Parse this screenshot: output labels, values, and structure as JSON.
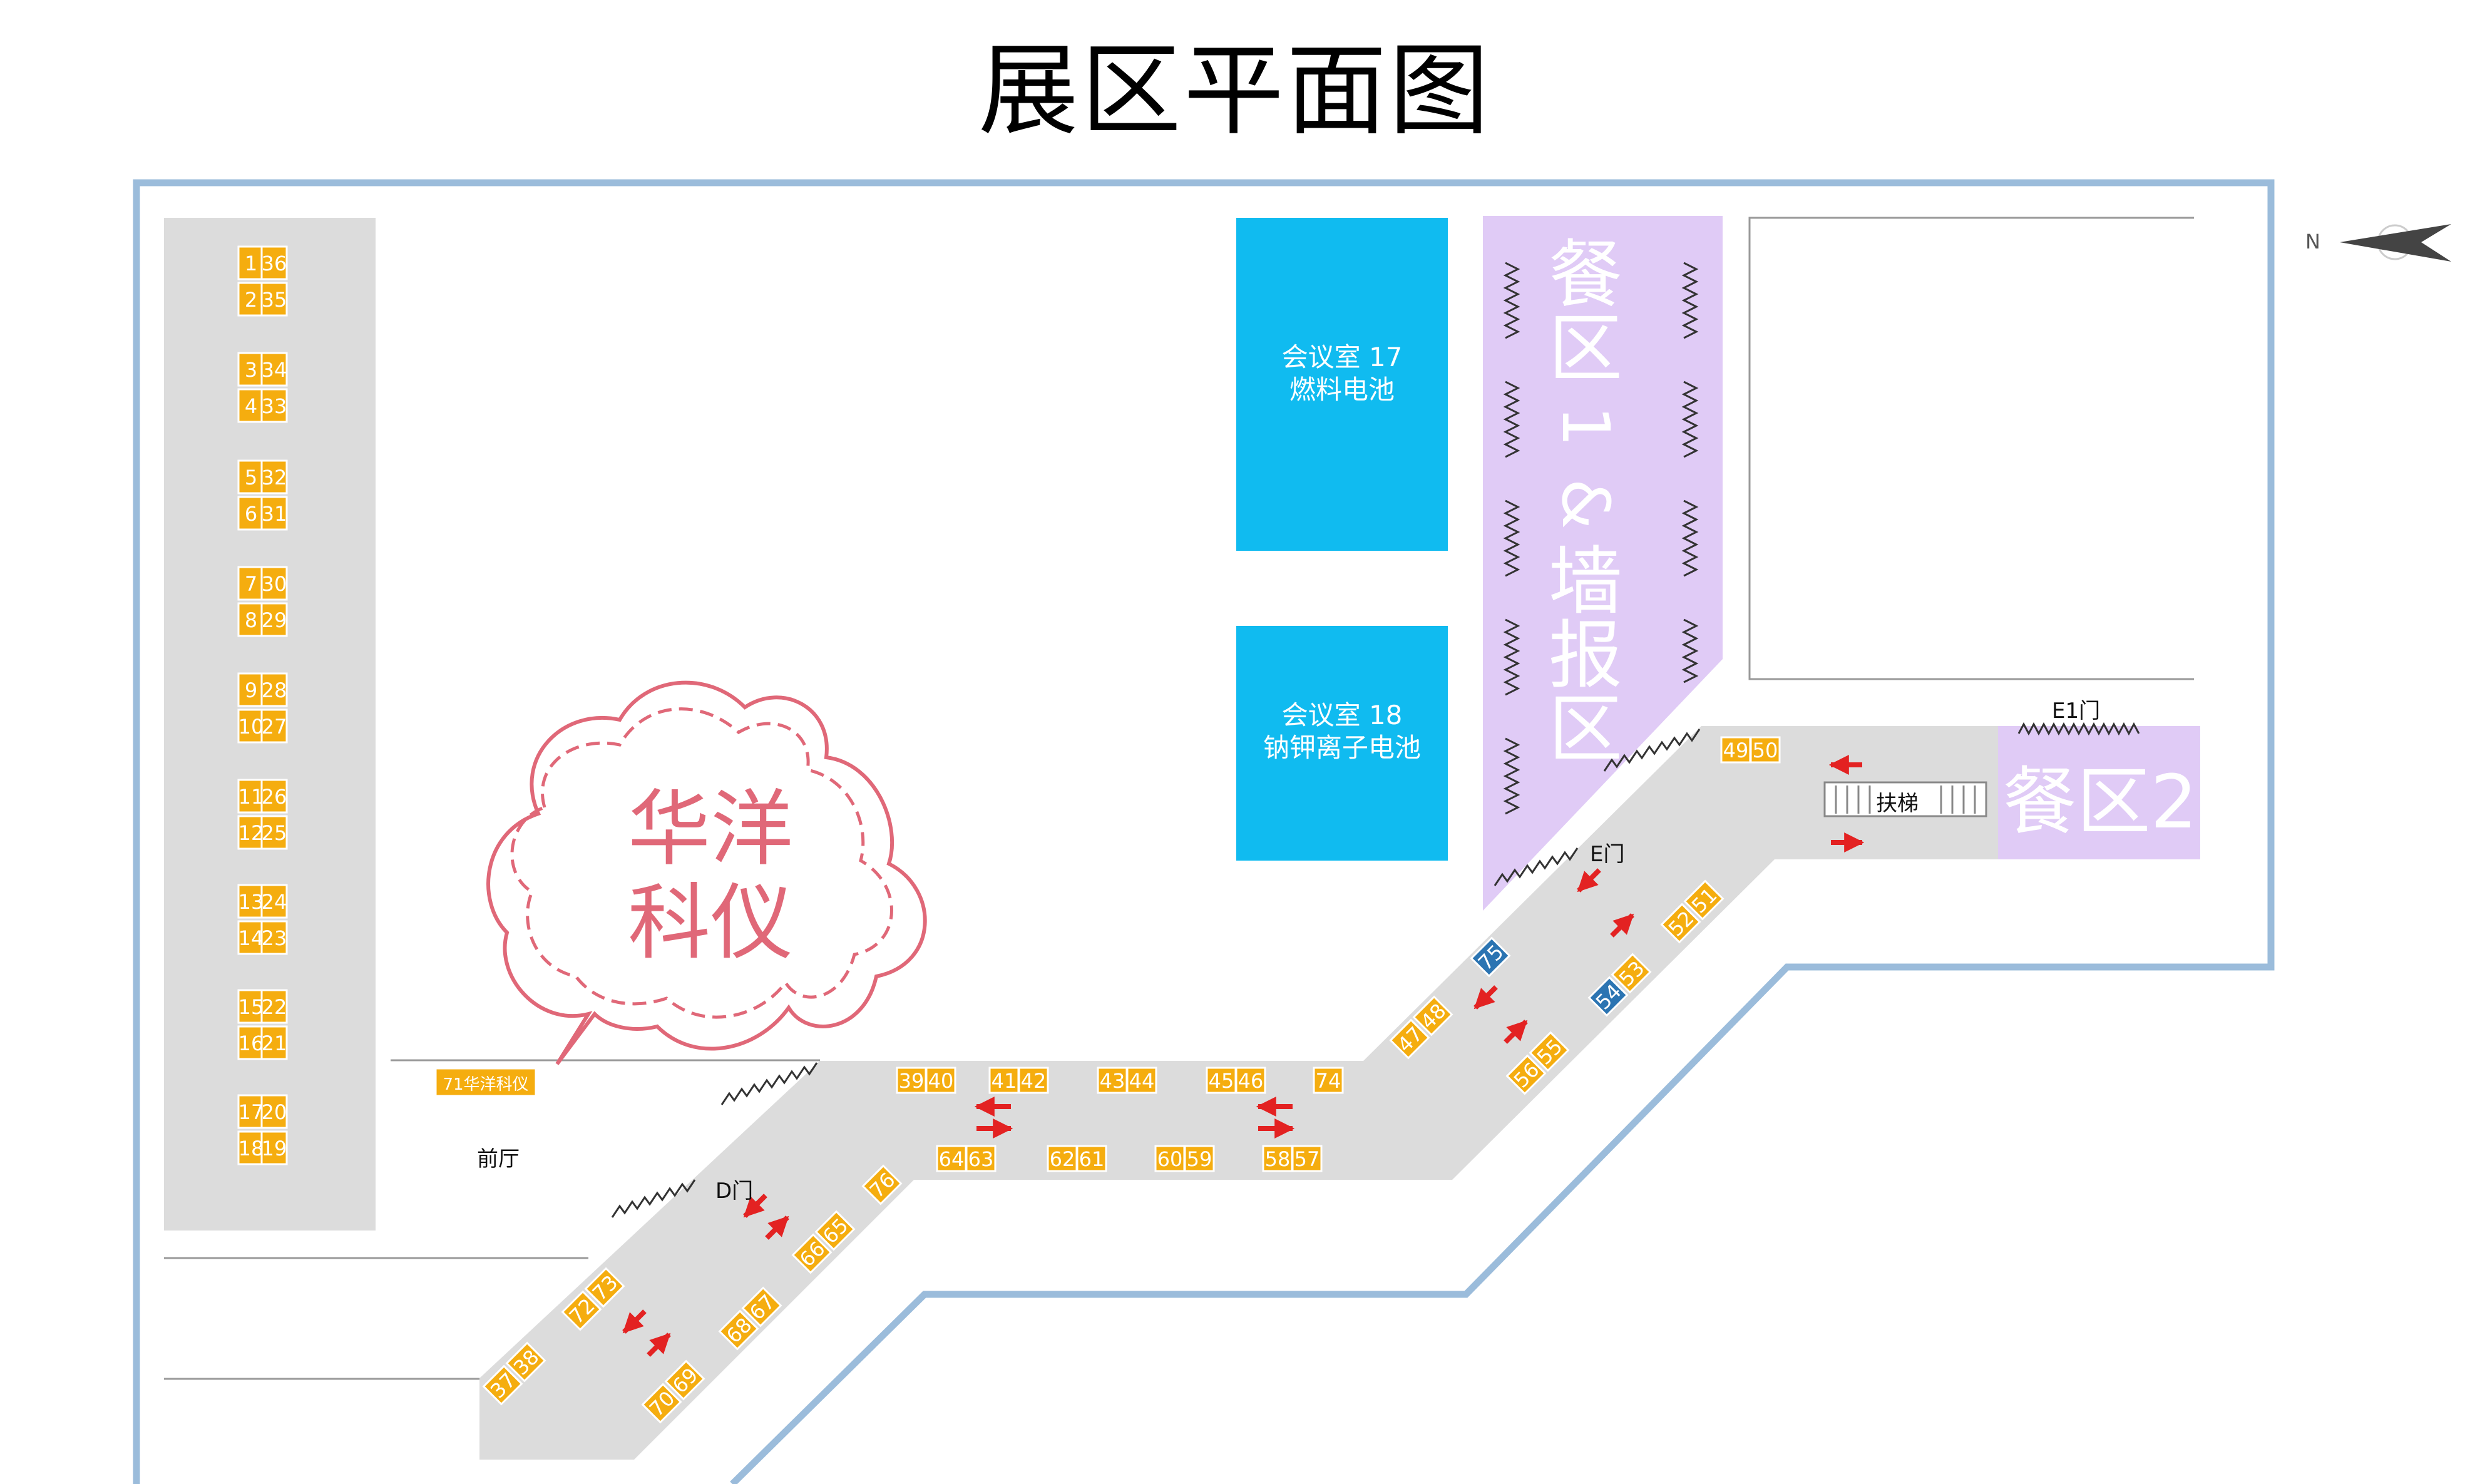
{
  "title": "展区平面图",
  "colors": {
    "booth": "#f5ad0f",
    "booth_blue": "#2b74b2",
    "corridor": "#dcdcdc",
    "meeting_room": "#10bbf0",
    "dining": "#e0cbf6",
    "wall": "#9bbcdb",
    "arrow": "#e32222",
    "highlight": "#e06878"
  },
  "rooms": {
    "meeting17": {
      "name": "会议室 17",
      "topic": "燃料电池"
    },
    "meeting18": {
      "name": "会议室 18",
      "topic": "钠钾离子电池"
    },
    "dining1": {
      "chars": [
        "餐",
        "区",
        "1",
        "&",
        "墙",
        "报",
        "区"
      ]
    },
    "dining2": {
      "label": "餐区2"
    }
  },
  "labels": {
    "lobby": "前厅",
    "door_d": "D门",
    "door_e": "E门",
    "door_e1": "E1门",
    "escalator": "扶梯",
    "compass_n": "N",
    "highlight_booth": "71华洋科仪",
    "company_line1": "华洋",
    "company_line2": "科仪"
  },
  "booth_column_pairs": [
    [
      "1",
      "36"
    ],
    [
      "2",
      "35"
    ],
    [
      "3",
      "34"
    ],
    [
      "4",
      "33"
    ],
    [
      "5",
      "32"
    ],
    [
      "6",
      "31"
    ],
    [
      "7",
      "30"
    ],
    [
      "8",
      "29"
    ],
    [
      "9",
      "28"
    ],
    [
      "10",
      "27"
    ],
    [
      "11",
      "26"
    ],
    [
      "12",
      "25"
    ],
    [
      "13",
      "24"
    ],
    [
      "14",
      "23"
    ],
    [
      "15",
      "22"
    ],
    [
      "16",
      "21"
    ],
    [
      "17",
      "20"
    ],
    [
      "18",
      "19"
    ]
  ],
  "booths_corridor": [
    "39",
    "40",
    "41",
    "42",
    "43",
    "44",
    "45",
    "46",
    "74",
    "64",
    "63",
    "62",
    "61",
    "60",
    "59",
    "58",
    "57",
    "49",
    "50",
    "51",
    "52",
    "53",
    "54",
    "55",
    "56",
    "47",
    "48",
    "75",
    "76",
    "65",
    "66",
    "67",
    "68",
    "69",
    "70",
    "72",
    "73",
    "37",
    "38"
  ],
  "booths_blue": [
    "75",
    "54"
  ]
}
